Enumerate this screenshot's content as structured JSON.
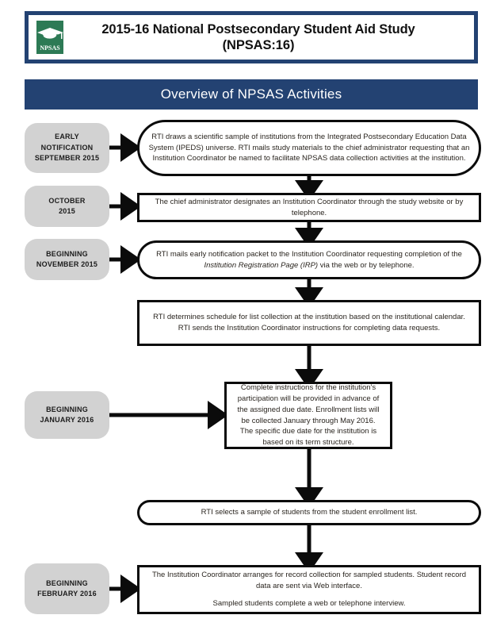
{
  "colors": {
    "brand_navy": "#234272",
    "logo_green": "#2d7a55",
    "pill_gray": "#d2d2d2",
    "box_border": "#0b0b0b",
    "page_background": "#ffffff"
  },
  "header": {
    "logo_name": "npsas-logo",
    "logo_caption": "NPSAS",
    "title_line1": "2015-16 National Postsecondary Student Aid Study",
    "title_line2": "(NPSAS:16)",
    "section_title": "Overview of NPSAS Activities"
  },
  "flow": {
    "timeline": [
      {
        "id": "early-notification",
        "label": "EARLY\nNOTIFICATION\nSEPTEMBER 2015"
      },
      {
        "id": "october-2015",
        "label": "OCTOBER\n2015"
      },
      {
        "id": "beginning-november-2015",
        "label": "BEGINNING\nNOVEMBER 2015"
      },
      {
        "id": "beginning-january-2016",
        "label": "BEGINNING\nJANUARY 2016"
      },
      {
        "id": "beginning-february-2016",
        "label": "BEGINNING\nFEBRUARY 2016"
      }
    ],
    "steps": [
      {
        "id": "step-sample-institutions",
        "shape": "rounded",
        "text": "RTI draws a scientific sample of institutions from the Integrated Postsecondary Education Data System (IPEDS) universe. RTI mails study materials to the chief administrator requesting that an Institution Coordinator be named to facilitate NPSAS data collection activities at the institution."
      },
      {
        "id": "step-designate-coordinator",
        "shape": "rect",
        "text": "The chief administrator designates an Institution Coordinator through the study website or by telephone."
      },
      {
        "id": "step-mail-notification-packet",
        "shape": "rounded",
        "text_part1": "RTI mails early notification packet to the Institution Coordinator requesting completion of the ",
        "text_italic": "Institution Registration Page (IRP)",
        "text_part2": " via the web or by telephone."
      },
      {
        "id": "step-determine-schedule",
        "shape": "rect",
        "text": "RTI determines schedule for list collection at the institution based on the institutional calendar. RTI sends the Institution Coordinator instructions for completing data requests."
      },
      {
        "id": "step-complete-instructions",
        "shape": "rect",
        "text": "Complete instructions for the institution's participation will be provided in advance of the assigned due date. Enrollment lists will be collected January through May 2016. The specific due date for the institution is based on its term structure."
      },
      {
        "id": "step-select-student-sample",
        "shape": "rounded",
        "text": "RTI selects a sample of students from the student enrollment list."
      },
      {
        "id": "step-record-collection",
        "shape": "rect",
        "text_line1": "The Institution Coordinator arranges for record collection for sampled students. Student record data are sent via Web interface.",
        "text_line2": "Sampled students complete a web or telephone interview."
      }
    ]
  }
}
